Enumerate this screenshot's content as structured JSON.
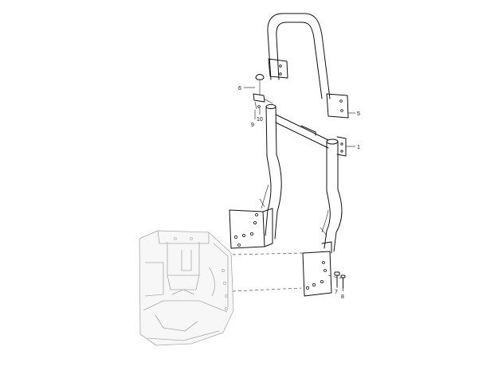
{
  "callouts": [
    {
      "id": "label-1",
      "text": "1"
    },
    {
      "id": "label-5",
      "text": "5"
    },
    {
      "id": "label-6",
      "text": "6"
    },
    {
      "id": "label-7",
      "text": "7"
    },
    {
      "id": "label-8",
      "text": "8"
    },
    {
      "id": "label-9",
      "text": "9"
    },
    {
      "id": "label-10",
      "text": "10"
    }
  ],
  "colors": {
    "line": "#111111",
    "machine": "#aaaaaa",
    "background": "#ffffff"
  }
}
